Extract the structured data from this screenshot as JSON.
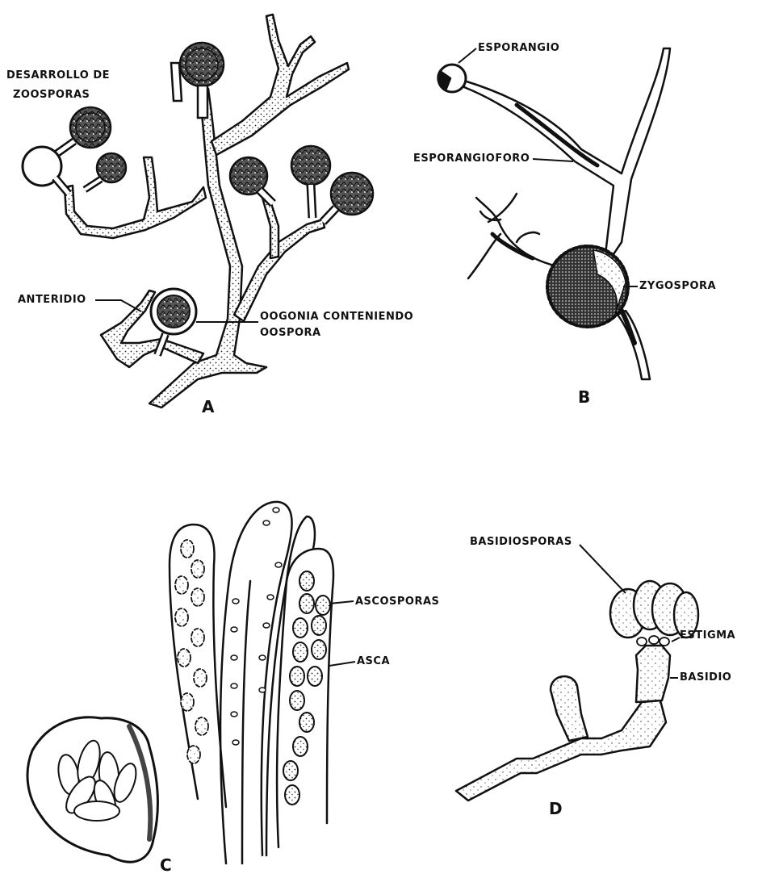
{
  "panels": [
    {
      "letter": "A",
      "labels": {
        "zoospores_line1": "DESARROLLO DE",
        "zoospores_line2": "ZOOSPORAS",
        "antheridium": "ANTERIDIO",
        "oogonium_line1": "OOGONIA CONTENIENDO",
        "oogonium_line2": "OOSPORA"
      }
    },
    {
      "letter": "B",
      "labels": {
        "sporangium": "ESPORANGIO",
        "sporangiophore": "ESPORANGIOFORO",
        "zygospore": "ZYGOSPORA"
      }
    },
    {
      "letter": "C",
      "labels": {
        "ascospores": "ASCOSPORAS",
        "ascus": "ASCA"
      }
    },
    {
      "letter": "D",
      "labels": {
        "basidiospores": "BASIDIOSPORAS",
        "sterigma": "ESTIGMA",
        "basidium": "BASIDIO"
      }
    }
  ],
  "colors": {
    "ink": "#111111",
    "paper": "#ffffff"
  }
}
